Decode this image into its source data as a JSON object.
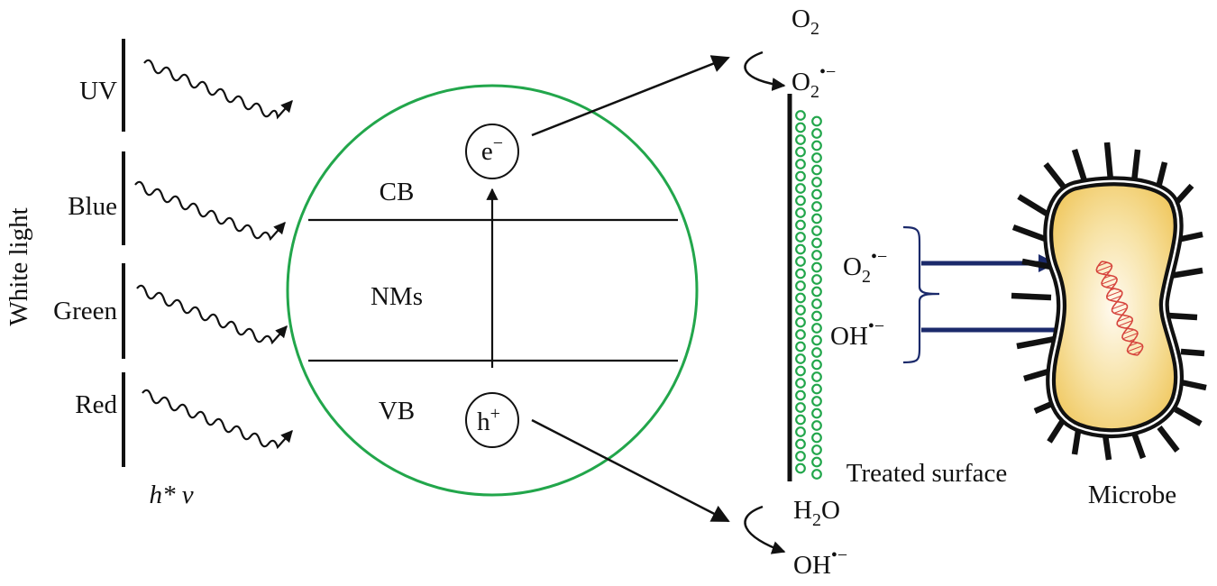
{
  "light": {
    "group_label": "White light",
    "bands": [
      {
        "label": "UV"
      },
      {
        "label": "Blue"
      },
      {
        "label": "Green"
      },
      {
        "label": "Red"
      }
    ],
    "photon_label": "h* v"
  },
  "particle": {
    "cb_label": "CB",
    "vb_label": "VB",
    "material_label": "NMs",
    "electron": {
      "base": "e",
      "charge": "−"
    },
    "hole": {
      "base": "h",
      "charge": "+"
    }
  },
  "reactions": {
    "top": {
      "reactant": {
        "base": "O",
        "sub": "2"
      },
      "product": {
        "base": "O",
        "sub": "2",
        "sup": "•−"
      }
    },
    "bottom": {
      "reactant": {
        "base": "H",
        "sub": "2",
        "tail": "O"
      },
      "product": {
        "base": "OH",
        "sup": "•−"
      }
    }
  },
  "surface": {
    "label": "Treated surface"
  },
  "species": [
    {
      "base": "O",
      "sub": "2",
      "sup": "•−"
    },
    {
      "base": "OH",
      "sup": "•−"
    }
  ],
  "microbe": {
    "label": "Microbe"
  },
  "colors": {
    "circle": "#22a64b",
    "dots": "#22a64b",
    "arrow_navy": "#1b2a6b",
    "brace": "#1b2a6b",
    "microbe_fill": "#f5d98a",
    "dna_red": "#d6453d"
  }
}
